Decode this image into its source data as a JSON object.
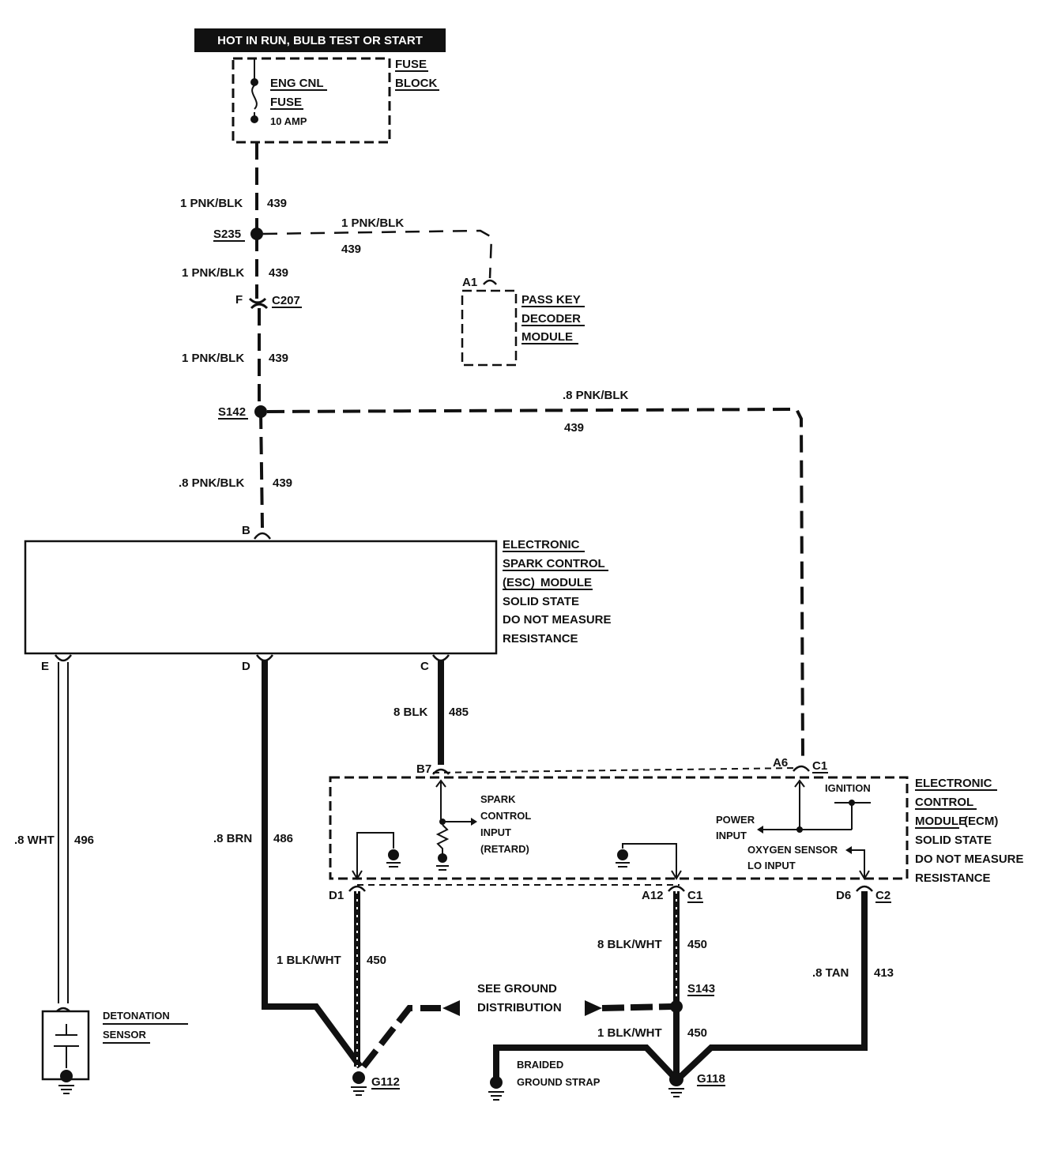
{
  "header": {
    "power_source": "HOT IN RUN, BULB TEST OR START"
  },
  "fuse_block": {
    "label_line1": "FUSE",
    "label_line2": "BLOCK",
    "fuse_name_line1": "ENG CNL",
    "fuse_name_line2": "FUSE",
    "fuse_rating": "10 AMP"
  },
  "wires": {
    "w1_gauge": "1 PNK/BLK",
    "w1_circuit": "439",
    "w2_gauge": "1 PNK/BLK",
    "w2_circuit": "439",
    "w3_gauge": "1 PNK/BLK",
    "w3_circuit": "439",
    "w4_gauge": "1 PNK/BLK",
    "w4_circuit": "439",
    "w5_gauge": ".8 PNK/BLK",
    "w5_circuit": "439",
    "w6_gauge": ".8 PNK/BLK",
    "w6_circuit": "439",
    "w7_gauge": "8 BLK",
    "w7_circuit": "485",
    "w8_gauge": ".8 WHT",
    "w8_circuit": "496",
    "w9_gauge": ".8 BRN",
    "w9_circuit": "486",
    "w10_gauge": "1 BLK/WHT",
    "w10_circuit": "450",
    "w11_gauge": "8 BLK/WHT",
    "w11_circuit": "450",
    "w12_gauge": "1 BLK/WHT",
    "w12_circuit": "450",
    "w13_gauge": ".8 TAN",
    "w13_circuit": "413"
  },
  "splices": {
    "s235": "S235",
    "s142": "S142",
    "s143": "S143"
  },
  "connectors": {
    "c207": "C207",
    "c207_pin": "F",
    "pass_key_pin": "A1",
    "esc_b": "B",
    "esc_e": "E",
    "esc_d": "D",
    "esc_c": "C",
    "ecm_b7": "B7",
    "ecm_a6": "A6",
    "ecm_c1_top": "C1",
    "ecm_d1": "D1",
    "ecm_a12": "A12",
    "ecm_c1_bottom": "C1",
    "ecm_d6": "D6",
    "ecm_c2": "C2"
  },
  "pass_key": {
    "line1": "PASS KEY",
    "line2": "DECODER",
    "line3": "MODULE"
  },
  "esc_module": {
    "line1": "ELECTRONIC",
    "line2": "SPARK CONTROL",
    "line3a": "(ESC)",
    "line3b": "MODULE",
    "line4": "SOLID STATE",
    "line5": "DO NOT MEASURE",
    "line6": "RESISTANCE"
  },
  "ecm_module": {
    "line1": "ELECTRONIC",
    "line2": "CONTROL",
    "line3a": "MODULE",
    "line3b": "(ECM)",
    "line4": "SOLID STATE",
    "line5": "DO NOT MEASURE",
    "line6": "RESISTANCE",
    "spark_line1": "SPARK",
    "spark_line2": "CONTROL",
    "spark_line3": "INPUT",
    "spark_line4": "(RETARD)",
    "ignition": "IGNITION",
    "power_line1": "POWER",
    "power_line2": "INPUT",
    "o2_line1": "OXYGEN SENSOR",
    "o2_line2": "LO INPUT"
  },
  "detonation": {
    "line1": "DETONATION",
    "line2": "SENSOR"
  },
  "grounds": {
    "g112": "G112",
    "g118": "G118",
    "see_line1": "SEE GROUND",
    "see_line2": "DISTRIBUTION",
    "strap_line1": "BRAIDED",
    "strap_line2": "GROUND STRAP"
  }
}
